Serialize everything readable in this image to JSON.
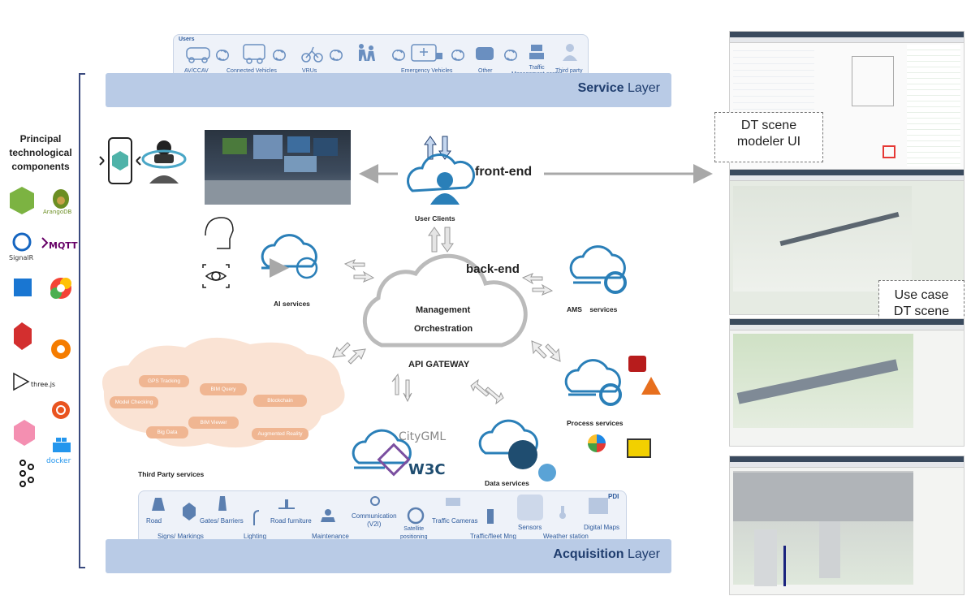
{
  "users": {
    "title": "Users",
    "items": [
      "AV/CCAV",
      "Connected Vehicles",
      "VRUs",
      "Emergency Vehicles",
      "Other",
      "Traffic\nManagement center",
      "Third party"
    ]
  },
  "service_layer": {
    "bold": "Service",
    "rest": " Layer"
  },
  "acquisition_layer": {
    "bold": "Acquisition",
    "rest": " Layer"
  },
  "principal": "Principal\ntechnological\ncomponents",
  "logos": {
    "arangodb": "ArangoDB",
    "signalr": "SignalR",
    "mqtt": "MQTT",
    "threejs": "three.js",
    "docker": "docker"
  },
  "front_end": "front-end",
  "back_end": "back-end",
  "user_clients": "User Clients",
  "management": "Management",
  "orchestration": "Orchestration",
  "api_gateway": "API GATEWAY",
  "ai_services": "AI services",
  "ams_services": "AMS    services",
  "process_services": "Process services",
  "data_services": "Data services",
  "third_party": "Third Party services",
  "citygml": "CityGML",
  "w3c": "W3C",
  "third_party_pills": [
    "GPS Tracking",
    "BIM Query",
    "Model Checking",
    "Blockchain",
    "BIM Viewer",
    "Big Data",
    "Augmented Reality"
  ],
  "acq_top": [
    "Road",
    "Gates/ Barriers",
    "Road furniture",
    "Communication\n(V2I)",
    "Traffic Cameras",
    "Sensors",
    "Digital Maps"
  ],
  "acq_bottom": [
    "Signs/ Markings",
    "Lighting",
    "Maintenance",
    "Satellite\npositioning",
    "Traffic/fleet Mng",
    "Weather station"
  ],
  "pdi": "PDI",
  "dt_modeler": "DT scene\nmodeler UI",
  "use_case": "Use case\nDT scene",
  "colors": {
    "layer_bar": "#b9cbe6",
    "accent_blue": "#2a7fb8",
    "pill": "#f0b692",
    "label_blue": "#2d5a9c"
  }
}
